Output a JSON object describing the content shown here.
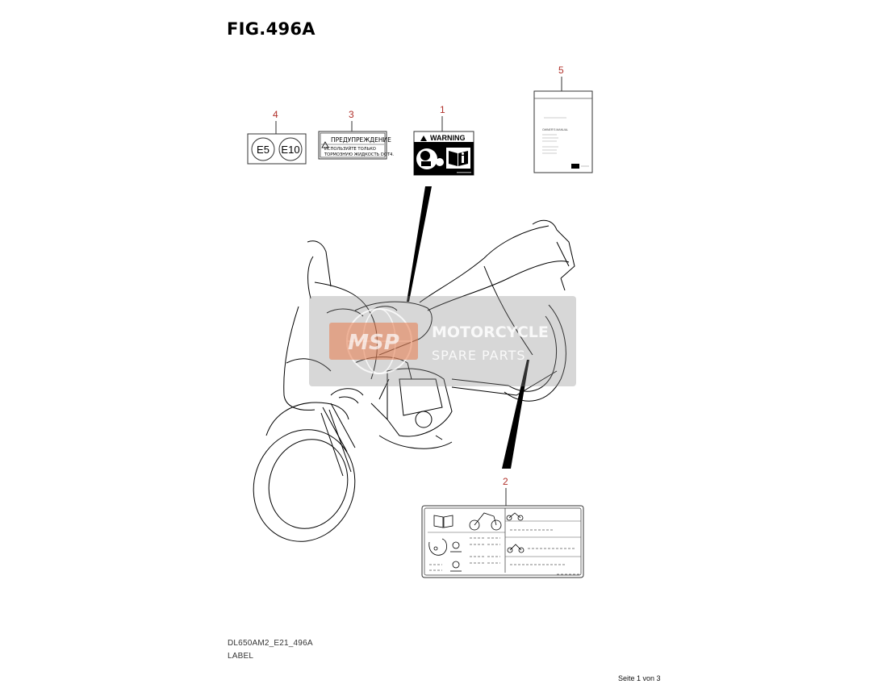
{
  "figure": {
    "title": "FIG.496A",
    "code": "DL650AM2_E21_496A",
    "caption": "LABEL",
    "page_info": "Seite 1 von 3"
  },
  "callouts": [
    {
      "number": "1",
      "part": "warning-label"
    },
    {
      "number": "2",
      "part": "tire-info-label"
    },
    {
      "number": "3",
      "part": "brake-fluid-label"
    },
    {
      "number": "4",
      "part": "fuel-label"
    },
    {
      "number": "5",
      "part": "owners-manual"
    }
  ],
  "labels": {
    "fuel": {
      "left": "E5",
      "right": "E10"
    },
    "brake_fluid": {
      "heading": "ПРЕДУПРЕЖДЕНИЕ",
      "line1": "ИСПОЛЬЗУЙТЕ ТОЛЬКО",
      "line2": "ТОРМОЗНУЮ ЖИДКОСТЬ DOT4."
    },
    "warning": {
      "heading": "WARNING"
    },
    "manual": {
      "heading": "OWNER'S MANUAL"
    }
  },
  "watermark": {
    "logo": "MSP",
    "line1": "MOTORCYCLE",
    "line2": "SPARE PARTS"
  },
  "colors": {
    "callout": "#b0302a",
    "watermark_bg": "#8c8c8c",
    "watermark_logo": "#e87a4a"
  }
}
